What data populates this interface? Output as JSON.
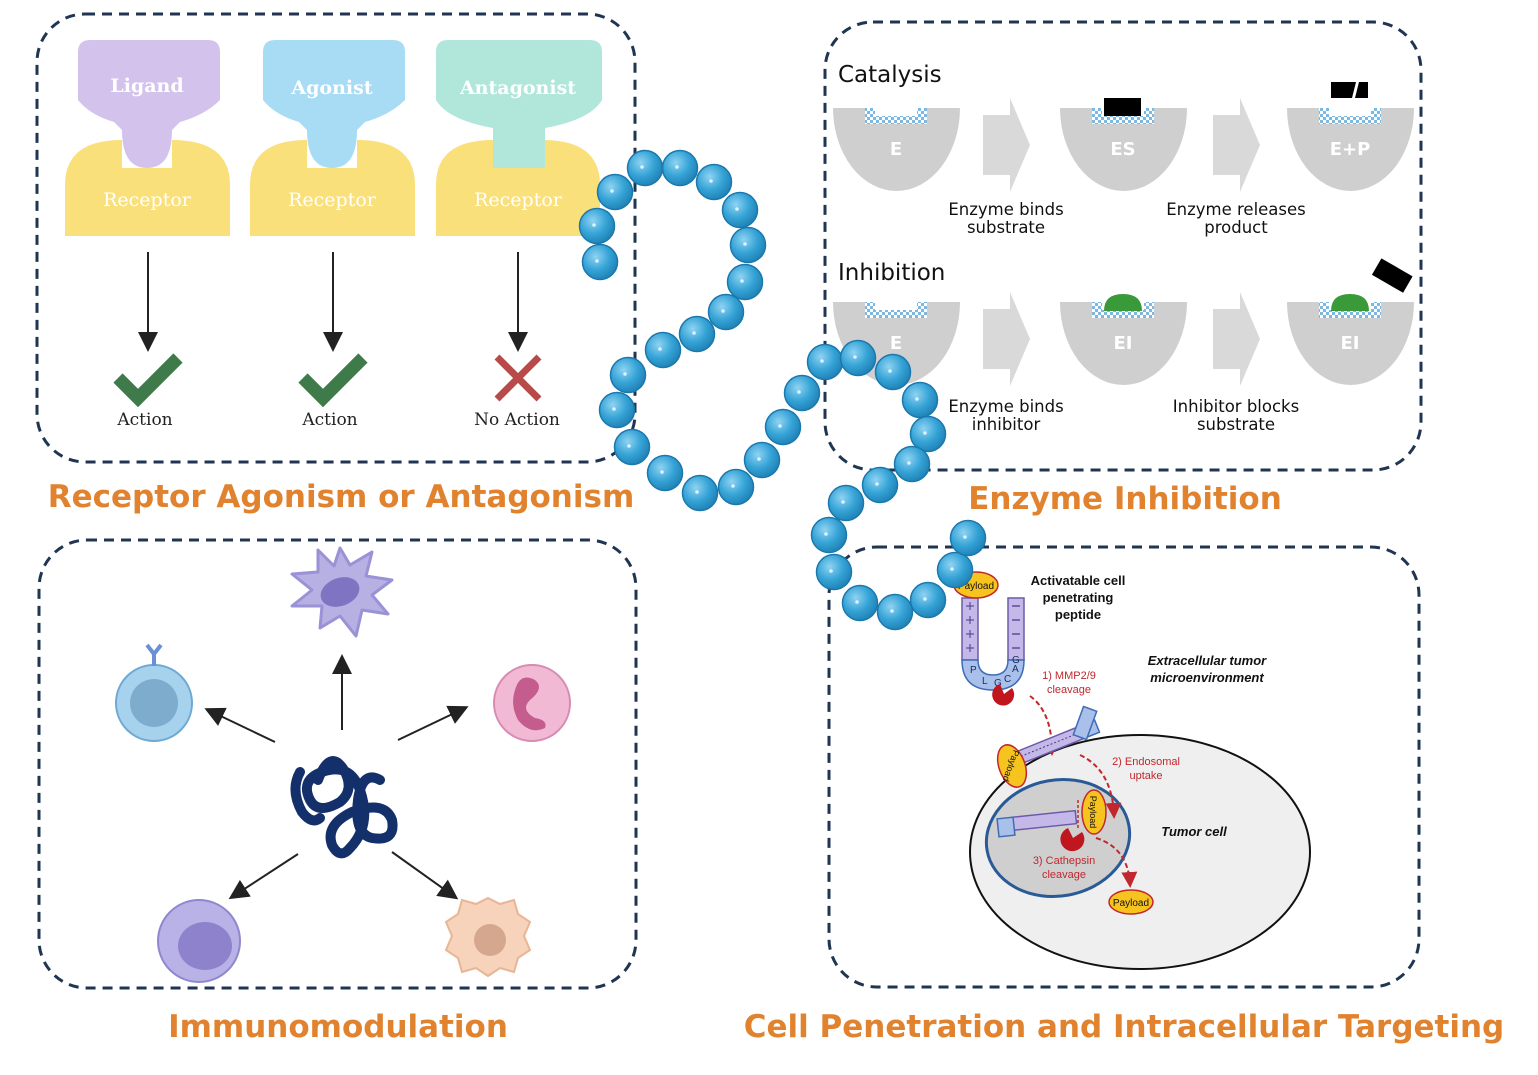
{
  "receptor_panel": {
    "title": "Receptor Agonism or Antagonism",
    "ligand_label": "Ligand",
    "agonist_label": "Agonist",
    "antagonist_label": "Antagonist",
    "receptor_label": "Receptor",
    "action_label": "Action",
    "no_action_label": "No Action"
  },
  "enzyme_panel": {
    "title": "Enzyme Inhibition",
    "catalysis_heading": "Catalysis",
    "inhibition_heading": "Inhibition",
    "e_label": "E",
    "es_label": "ES",
    "ep_label": "E+P",
    "ei_label": "EI",
    "binds_substrate_1": "Enzyme binds",
    "binds_substrate_2": "substrate",
    "releases_product_1": "Enzyme releases",
    "releases_product_2": "product",
    "binds_inhibitor_1": "Enzyme binds",
    "binds_inhibitor_2": "inhibitor",
    "blocks_substrate_1": "Inhibitor blocks",
    "blocks_substrate_2": "substrate"
  },
  "immuno_panel": {
    "title": "Immunomodulation"
  },
  "cpp_panel": {
    "title": "Cell Penetration and Intracellular Targeting",
    "payload_label": "Payload",
    "acpp_1": "Activatable cell",
    "acpp_2": "penetrating",
    "acpp_3": "peptide",
    "extracellular_1": "Extracellular tumor",
    "extracellular_2": "microenvironment",
    "mmp_1": "1) MMP2/9",
    "mmp_2": "cleavage",
    "endosomal_1": "2) Endosomal",
    "endosomal_2": "uptake",
    "tumor_cell": "Tumor cell",
    "cathepsin_1": "3) Cathepsin",
    "cathepsin_2": "cleavage",
    "residue_p": "P",
    "residue_l": "L",
    "residue_g": "G",
    "residue_c": "C",
    "residue_a": "A"
  },
  "colors": {
    "accent_title": "#e0822e",
    "ligand": "#d3c3ec",
    "agonist": "#a8dcf5",
    "antagonist": "#b1e6da",
    "receptor": "#f9e07a",
    "check": "#3f7b4a",
    "cross": "#b84a4a",
    "enzyme": "#cfcfcf",
    "inhibitor": "#3a9a3a",
    "bead": "#3aa7d8",
    "payload": "#f7c31f"
  }
}
